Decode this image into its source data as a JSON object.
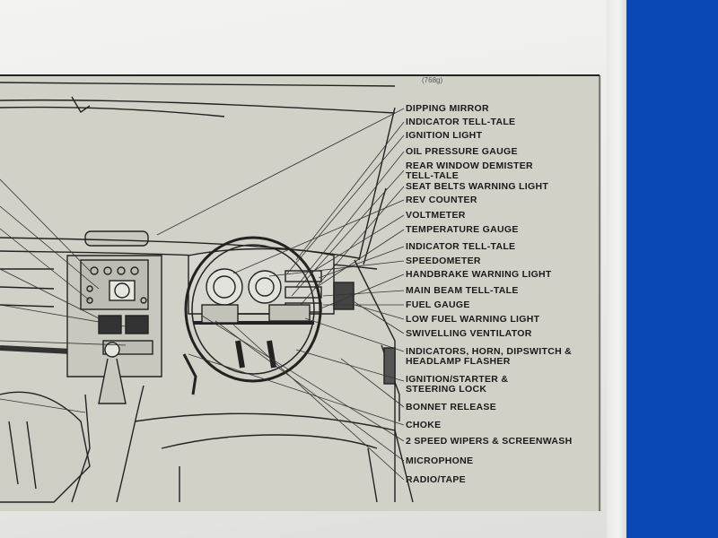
{
  "top_fragment": "(768g)",
  "labels": [
    "DIPPING MIRROR",
    "INDICATOR TELL-TALE",
    "IGNITION LIGHT",
    "OIL PRESSURE GAUGE",
    "REAR WINDOW DEMISTER\nTELL-TALE",
    "SEAT BELTS WARNING LIGHT",
    "REV COUNTER",
    "VOLTMETER",
    "TEMPERATURE GAUGE",
    "INDICATOR TELL-TALE",
    "SPEEDOMETER",
    "HANDBRAKE WARNING LIGHT",
    "MAIN BEAM TELL-TALE",
    "FUEL GAUGE",
    "LOW FUEL WARNING LIGHT",
    "SWIVELLING VENTILATOR",
    "INDICATORS, HORN, DIPSWITCH &\nHEADLAMP FLASHER",
    "IGNITION/STARTER &\nSTEERING LOCK",
    "BONNET RELEASE",
    "CHOKE",
    "2 SPEED WIPERS & SCREENWASH",
    "MICROPHONE",
    "RADIO/TAPE"
  ]
}
